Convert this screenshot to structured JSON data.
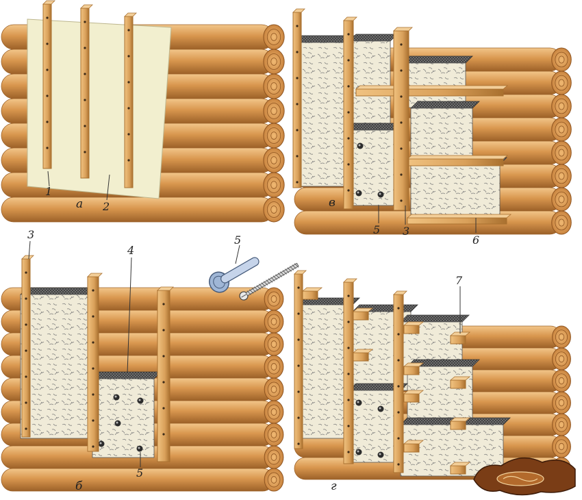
{
  "colors": {
    "log_light": "#e9b577",
    "log_mid": "#d19250",
    "log_dark": "#9c6128",
    "log_end": "#e6a862",
    "ring": "#8e5420",
    "stud": "#d9a05a",
    "stud_dark": "#a9702f",
    "membrane": "#f2efcf",
    "insulation": "#f0ebd8",
    "insulation_edge": "#5b5b5b",
    "dowel": "#9fb6d6"
  },
  "icons": {
    "dowel": "insulation-dowel-icon",
    "screw": "screw-icon",
    "logo": "decorative-wooden-plaque-logo"
  },
  "panels": {
    "a": {
      "caption": "а",
      "labels": [
        "1",
        "2"
      ]
    },
    "v": {
      "caption": "в",
      "labels": [
        "5",
        "3",
        "6"
      ]
    },
    "b": {
      "caption": "б",
      "labels": [
        "3",
        "4",
        "5"
      ]
    },
    "g": {
      "caption": "г",
      "labels": [
        "7"
      ]
    }
  },
  "fastener": {
    "label": "5"
  }
}
